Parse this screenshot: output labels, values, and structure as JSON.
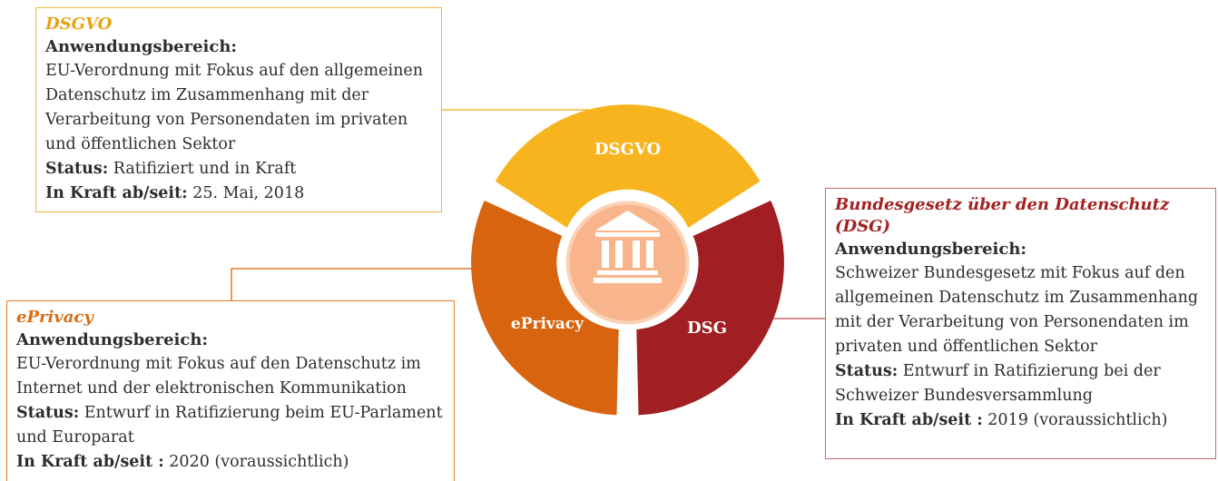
{
  "dsgvo": {
    "title": "DSGVO",
    "heading": "Anwendungsbereich:",
    "description": "EU-Verordnung mit Fokus auf den allgemeinen Datenschutz im Zusammenhang mit der Verarbeitung von Personendaten im privaten und öffentlichen Sektor",
    "status_label": "Status:",
    "status_value": "Ratifiziert und in Kraft",
    "inforce_label": "In Kraft ab/seit:",
    "inforce_value": "25. Mai, 2018"
  },
  "eprivacy": {
    "title": "ePrivacy",
    "heading": "Anwendungsbereich:",
    "description": "EU-Verordnung mit Fokus auf den Datenschutz im Internet und der elektronischen Kommunikation",
    "status_label": "Status:",
    "status_value": "Entwurf in Ratifizierung beim EU-Parlament und Europarat",
    "inforce_label": "In Kraft ab/seit :",
    "inforce_value": "2020 (voraussichtlich)"
  },
  "dsg": {
    "title": "Bundesgesetz über den Datenschutz (DSG)",
    "heading": "Anwendungsbereich:",
    "description": "Schweizer Bundesgesetz mit Fokus auf den allgemeinen Datenschutz im Zusammenhang mit der Verarbeitung von Personendaten im privaten und öffentlichen Sektor",
    "status_label": "Status:",
    "status_value": "Entwurf in Ratifizierung bei der Schweizer Bundesversammlung",
    "inforce_label": "In Kraft ab/seit :",
    "inforce_value": "2019 (voraussichtlich)"
  },
  "ring": {
    "segments": [
      {
        "label": "DSGVO",
        "color": "#f7b41e"
      },
      {
        "label": "DSG",
        "color": "#a11f22"
      },
      {
        "label": "ePrivacy",
        "color": "#d8640f"
      }
    ],
    "center_color": "#f8b58c",
    "center_border": "#fbd2b6",
    "icon": "bank-building-icon"
  },
  "colors": {
    "dsgvo_accent": "#e8a311",
    "eprivacy_accent": "#d96d16",
    "dsg_accent": "#a32121"
  }
}
